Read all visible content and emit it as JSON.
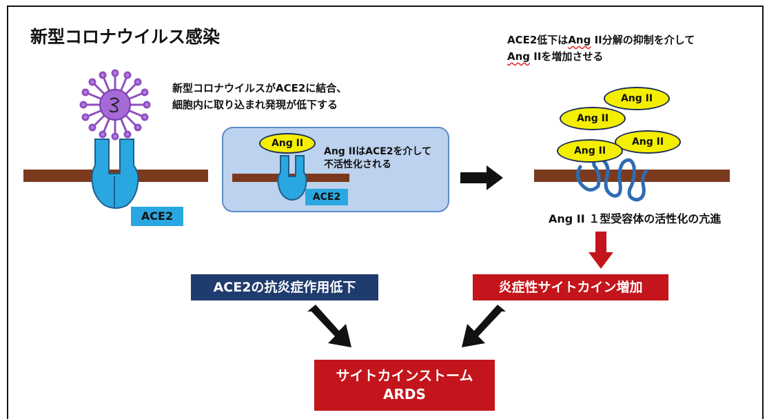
{
  "title": "新型コロナウイルス感染",
  "notes": {
    "binding_line1": "新型コロナウイルスがACE2に結合、",
    "binding_line2": "細胞内に取り込まれ発現が低下する",
    "top_right_pre": "ACE2低下は",
    "top_right_ang": "Ang",
    "top_right_post": " II分解の抑制を介して",
    "top_right_line2_ang": "Ang",
    "top_right_line2_post": " IIを増加させる",
    "inset_line1": "Ang IIはACE2を介して",
    "inset_line2": "不活性化される",
    "receptor_activation": "Ang II １型受容体の活性化の亢進"
  },
  "labels": {
    "ace2_left": "ACE2",
    "ace2_inset": "ACE2",
    "ang_inset": "Ang II",
    "ang_1": "Ang II",
    "ang_2": "Ang II",
    "ang_3": "Ang II",
    "ang_4": "Ang II"
  },
  "boxes": {
    "anti_inflammatory": "ACE2の抗炎症作用低下",
    "cytokine_increase": "炎症性サイトカイン増加",
    "storm_line1": "サイトカインストーム",
    "storm_line2": "ARDS"
  },
  "colors": {
    "membrane": "#7b3a1e",
    "ace2": "#2aa7e0",
    "virus": "#9b59c9",
    "angii_fill": "#f4ee00",
    "navy_box": "#1f3c6e",
    "red_box": "#c3151b",
    "inset_bg": "#bcd2ee"
  }
}
